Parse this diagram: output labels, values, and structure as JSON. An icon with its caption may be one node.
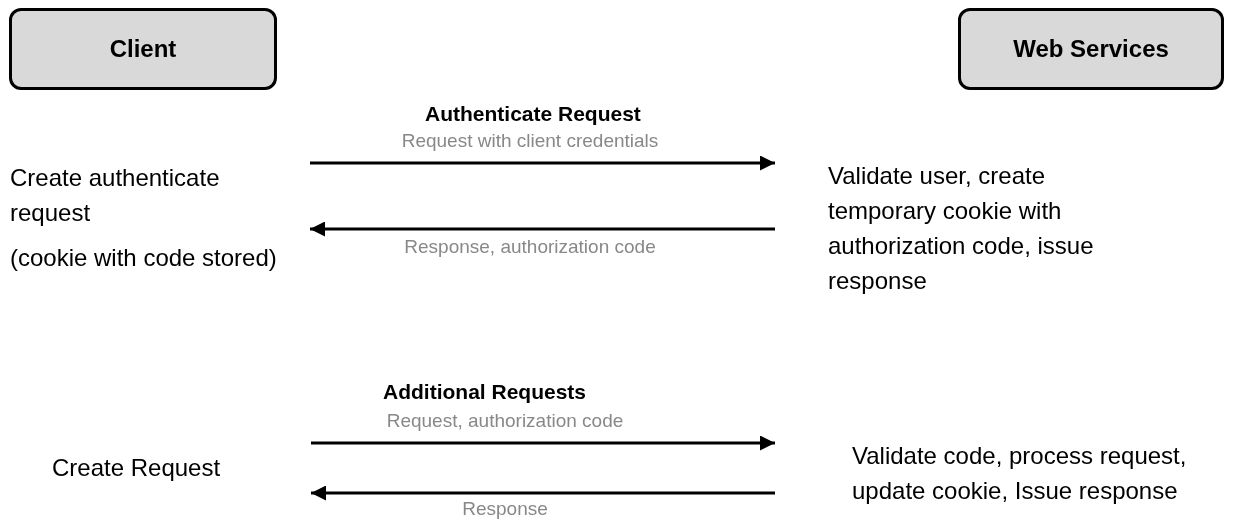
{
  "diagram": {
    "nodes": [
      {
        "text": [
          "Client"
        ]
      },
      {
        "text": [
          "Web Services"
        ]
      },
      {
        "text": [
          "Create authenticate request",
          "(cookie with code stored)"
        ]
      },
      {
        "text": [
          "Validate user, create temporary cookie with authorization code, issue response"
        ]
      },
      {
        "text": [
          "Create Request"
        ]
      },
      {
        "text": [
          "Validate code, process request, update cookie, Issue response"
        ]
      }
    ],
    "edges": [
      {
        "from": 2,
        "to": 3,
        "arrow": "to",
        "label": "Request with client credentials"
      },
      {
        "from": 3,
        "to": 2,
        "arrow": "to",
        "label": "Response, authorization code"
      },
      {
        "from": 4,
        "to": 5,
        "arrow": "to",
        "label": "Request, authorization code"
      },
      {
        "from": 5,
        "to": 4,
        "arrow": "to",
        "label": "Response"
      }
    ],
    "labels": [
      "Authenticate Request",
      "Additional Requests"
    ]
  }
}
